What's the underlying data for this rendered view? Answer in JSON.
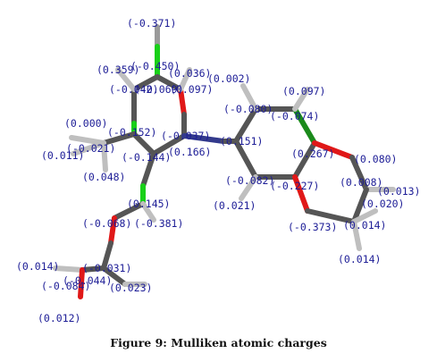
{
  "figure": {
    "caption": "Figure 9: Mulliken atomic charges",
    "colors": {
      "carbon": "#555555",
      "oxygen": "#e01818",
      "nitrogen": "#1b2ee0",
      "hydrogen": "#bfbfbf",
      "chlorine": "#19d019",
      "label": "#1c1c96",
      "aromatic_ring": "#333a8c"
    },
    "labels": [
      "(-0.371)",
      "(0.359)",
      "(-0.450)",
      "(0.036)",
      "(-0.042)",
      "(-0.069)",
      "(0.097)",
      "(0.002)",
      "(0.097)",
      "(0.000)",
      "(-0.080)",
      "(-0.074)",
      "(-0.152)",
      "(-0.021)",
      "(-0.037)",
      "(0.151)",
      "(0.011)",
      "(-0.144)",
      "(0.166)",
      "(0.267)",
      "(0.080)",
      "(0.048)",
      "(-0.082)",
      "(-0.227)",
      "(0.008)",
      "(0.013)",
      "(0.145)",
      "(0.021)",
      "(0.020)",
      "(-0.068)",
      "(-0.381)",
      "(-0.373)",
      "(0.014)",
      "(0.014)",
      "(0.014)",
      "(-0.031)",
      "(-0.044)",
      "(-0.084)",
      "(0.023)",
      "(0.012)"
    ]
  }
}
